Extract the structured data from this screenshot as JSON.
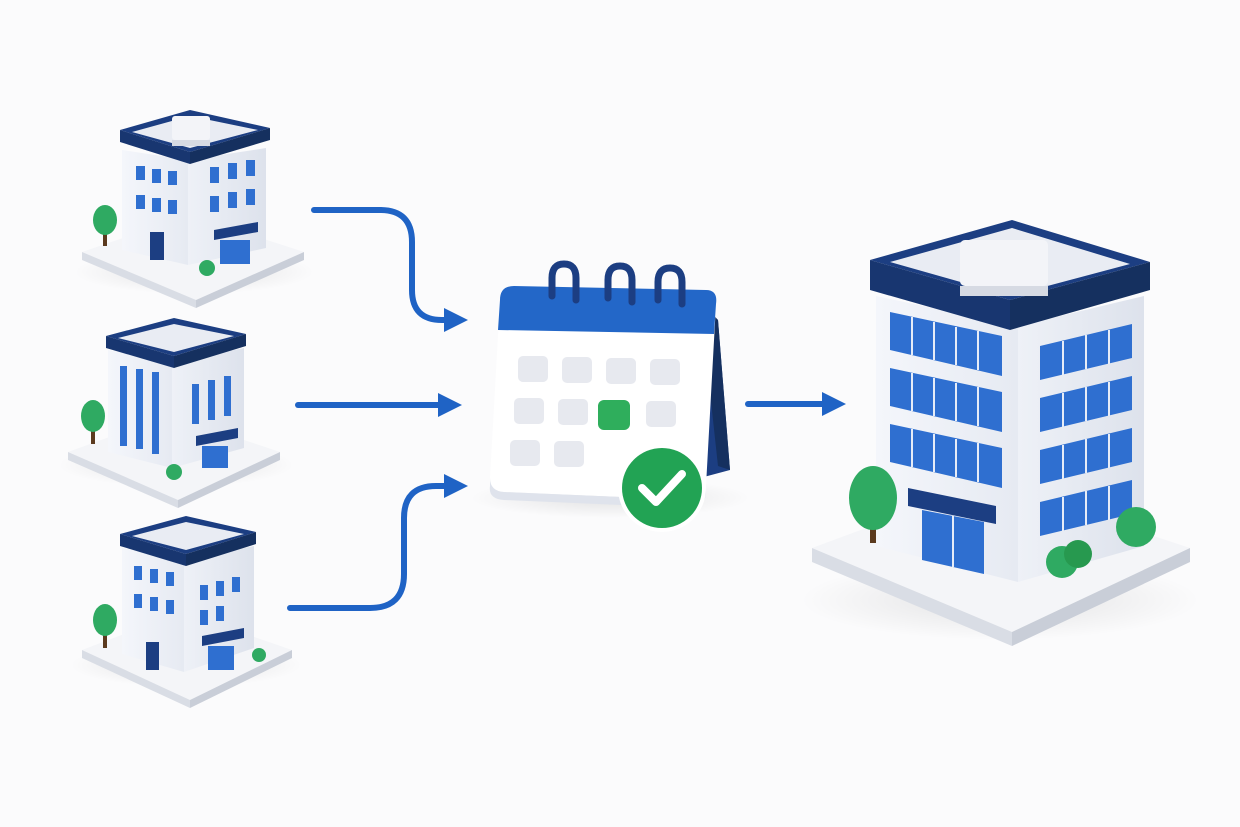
{
  "diagram": {
    "sources": [
      {
        "id": "building-small-1",
        "kind": "office-building"
      },
      {
        "id": "building-small-2",
        "kind": "office-building"
      },
      {
        "id": "building-small-3",
        "kind": "office-building"
      }
    ],
    "hub": {
      "id": "calendar",
      "icon": "calendar-icon",
      "badge": "checkmark-icon"
    },
    "target": {
      "id": "building-large",
      "kind": "office-building"
    },
    "flows": [
      {
        "from": "building-small-1",
        "to": "calendar"
      },
      {
        "from": "building-small-2",
        "to": "calendar"
      },
      {
        "from": "building-small-3",
        "to": "calendar"
      },
      {
        "from": "calendar",
        "to": "building-large"
      }
    ]
  },
  "colors": {
    "background": "#fbfbfc",
    "arrow": "#1f63c5",
    "roof": "#1c3e82",
    "window": "#2f6fd0",
    "wall": "#f1f4fa",
    "wall_shade": "#dfe4ee",
    "base": "#eef0f4",
    "tree": "#2faa62",
    "calendar_header": "#2367c8",
    "calendar_back": "#1c3e82",
    "highlight_day": "#2fae5c",
    "check_badge": "#22a354"
  }
}
